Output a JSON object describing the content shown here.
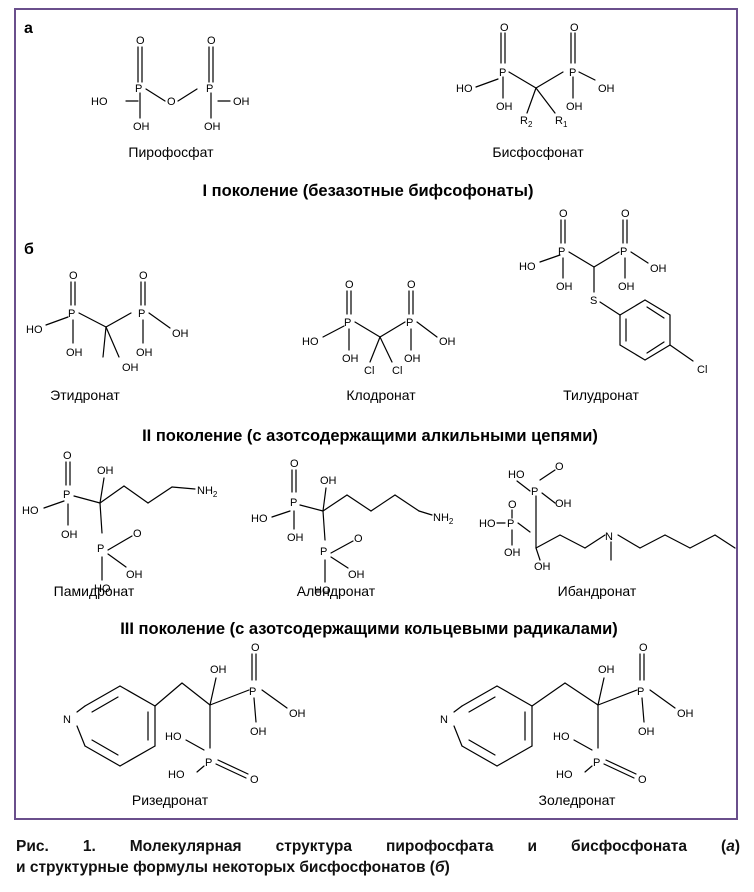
{
  "panels": {
    "a": "а",
    "b": "б"
  },
  "headings": {
    "gen1": "I поколение (безазотные бифсофонаты)",
    "gen2": "II поколение (с азотсодержащими алкильными цепями)",
    "gen3": "III поколение (с азотсодержащими кольцевыми радикалами)"
  },
  "compounds": {
    "pyrophosphate": "Пирофосфат",
    "bisphosphonate": "Бисфосфонат",
    "etidronate": "Этидронат",
    "clodronate": "Клодронат",
    "tiludronate": "Тилудронат",
    "pamidronate": "Памидронат",
    "alendronate": "Алендронат",
    "ibandronate": "Ибандронат",
    "risedronate": "Ризедронат",
    "zoledronate": "Золедронат"
  },
  "caption": {
    "line1_prefix": "Рис. 1. Молекулярная структура пирофосфата и бисфосфоната (",
    "line1_italic": "а",
    "line1_suffix": ")",
    "line2_prefix": "и структурные формулы некоторых бисфосфонатов (",
    "line2_italic": "б",
    "line2_suffix": ")"
  },
  "colors": {
    "frame": "#6a4f8c"
  }
}
